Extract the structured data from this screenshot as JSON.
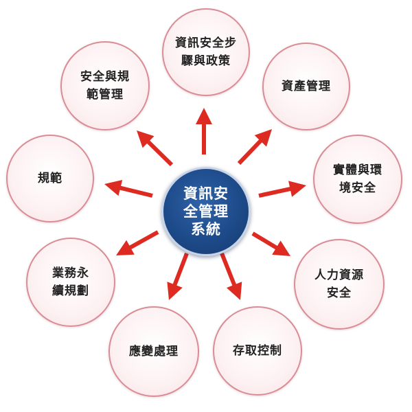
{
  "center": {
    "lines": [
      "資訊安",
      "全管理",
      "系統"
    ]
  },
  "nodes": [
    {
      "id": "policy",
      "lines": [
        "資訊安全步",
        "驟與政策"
      ]
    },
    {
      "id": "asset",
      "lines": [
        "資產管理"
      ]
    },
    {
      "id": "physical",
      "lines": [
        "實體與環",
        "境安全"
      ]
    },
    {
      "id": "hr",
      "lines": [
        "人力資源",
        "安全"
      ]
    },
    {
      "id": "access",
      "lines": [
        "存取控制"
      ]
    },
    {
      "id": "incident",
      "lines": [
        "應變處理"
      ]
    },
    {
      "id": "bcp",
      "lines": [
        "業務永",
        "續規劃"
      ]
    },
    {
      "id": "regulation",
      "lines": [
        "規範"
      ]
    },
    {
      "id": "compliance",
      "lines": [
        "安全與規",
        "範管理"
      ]
    }
  ],
  "colors": {
    "arrow": "#dd2b22",
    "node_border": "#d98c96",
    "center_fill": "#1d4a89"
  }
}
